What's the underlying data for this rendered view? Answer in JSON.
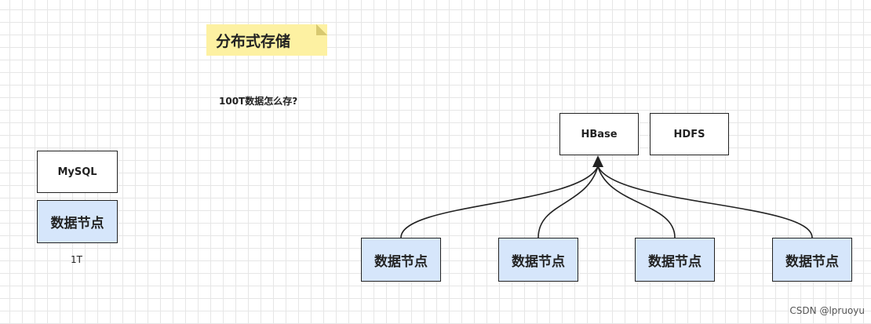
{
  "note": {
    "title": "分布式存储"
  },
  "question": "100T数据怎么存?",
  "left_stack": {
    "db_label": "MySQL",
    "node_label": "数据节点",
    "capacity": "1T"
  },
  "systems": [
    {
      "label": "HBase"
    },
    {
      "label": "HDFS"
    }
  ],
  "data_nodes": [
    {
      "label": "数据节点"
    },
    {
      "label": "数据节点"
    },
    {
      "label": "数据节点"
    },
    {
      "label": "数据节点"
    }
  ],
  "watermark": "CSDN @lpruoyu",
  "colors": {
    "note_fill": "#fdf1a2",
    "node_fill": "#d6e6fb",
    "stroke": "#222222"
  }
}
